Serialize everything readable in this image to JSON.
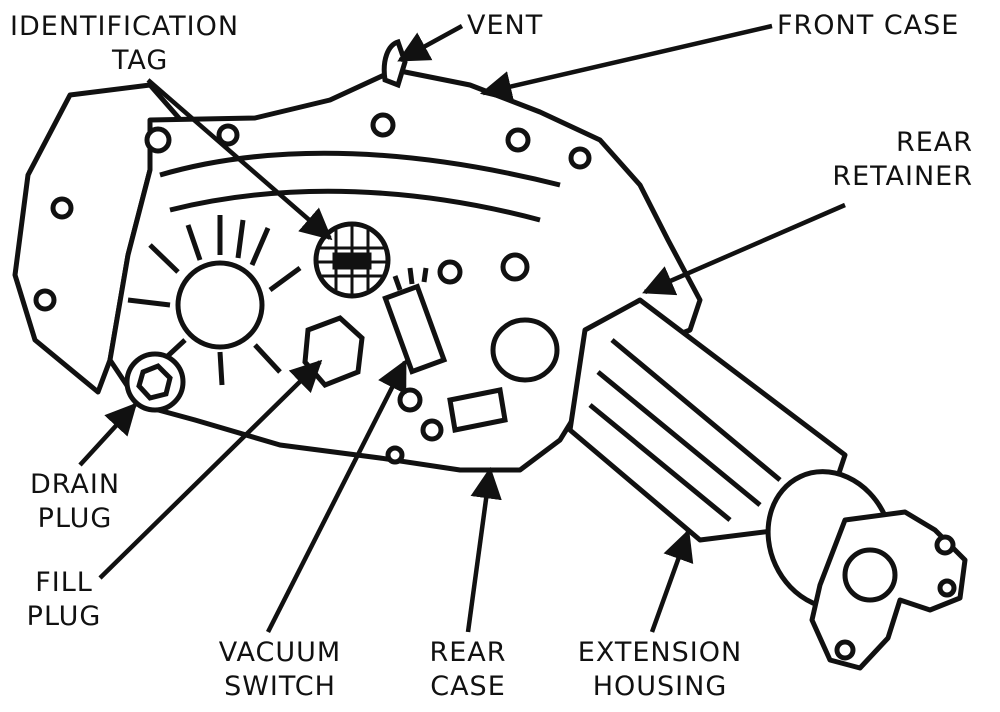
{
  "colors": {
    "ink": "#111111",
    "paper": "#ffffff"
  },
  "labels": {
    "identification_tag": [
      "IDENTIFICATION",
      "TAG"
    ],
    "vent": [
      "VENT"
    ],
    "front_case": [
      "FRONT CASE"
    ],
    "rear_retainer": [
      "REAR",
      "RETAINER"
    ],
    "drain_plug": [
      "DRAIN",
      "PLUG"
    ],
    "fill_plug": [
      "FILL",
      "PLUG"
    ],
    "vacuum_switch": [
      "VACUUM",
      "SWITCH"
    ],
    "rear_case": [
      "REAR",
      "CASE"
    ],
    "extension_housing": [
      "EXTENSION",
      "HOUSING"
    ]
  }
}
